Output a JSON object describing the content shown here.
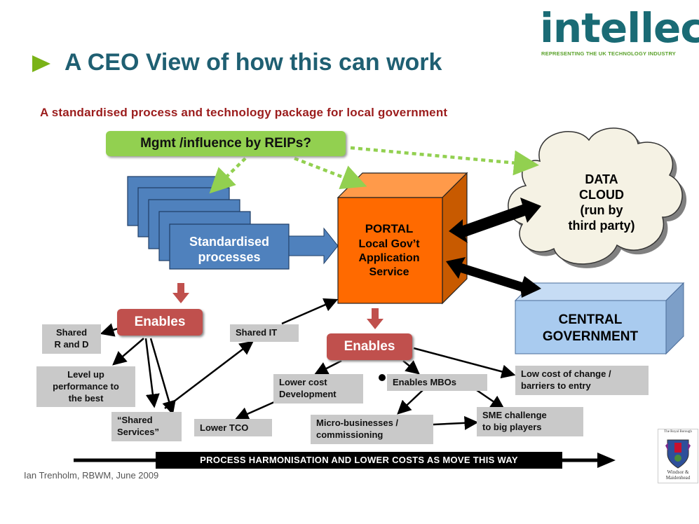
{
  "header": {
    "title": "A CEO View of how this can work",
    "subtitle": "A standardised process and technology package for local government"
  },
  "logo": {
    "word": "intellect",
    "tagline": "REPRESENTING THE UK TECHNOLOGY INDUSTRY"
  },
  "diagram": {
    "mgmt": "Mgmt /influence by REIPs?",
    "standardised": [
      "Standardised",
      "processes"
    ],
    "portal": [
      "PORTAL",
      "Local Gov’t",
      "Application",
      "Service"
    ],
    "cloud": [
      "DATA",
      "CLOUD",
      "(run by",
      "third party)"
    ],
    "central": [
      "CENTRAL",
      "GOVERNMENT"
    ],
    "enables_left": "Enables",
    "enables_right": "Enables",
    "shared_rd": [
      "Shared",
      "R and D"
    ],
    "level_up": [
      "Level up",
      "performance to",
      "the best"
    ],
    "shared_services": [
      "“Shared",
      "Services”"
    ],
    "shared_it": "Shared IT",
    "lower_tco": "Lower TCO",
    "lower_cost_dev": [
      "Lower cost",
      "Development"
    ],
    "enables_mbos": "Enables MBOs",
    "low_cost_change": [
      "Low cost of change /",
      "barriers to entry"
    ],
    "micro_businesses": [
      "Micro-businesses /",
      "commissioning"
    ],
    "sme_challenge": [
      "SME challenge",
      "to big players"
    ],
    "footer_bar": "PROCESS HARMONISATION AND LOWER COSTS AS MOVE THIS WAY"
  },
  "footer": {
    "author": "Ian Trenholm, RBWM, June 2009",
    "crest_top": "The Royal Borough",
    "crest_bottom": [
      "Windsor &",
      "Maidenhead"
    ]
  },
  "colors": {
    "title": "#1f5f72",
    "bullet": "#7ab317",
    "subtitle": "#9b1c1c",
    "stack_blue": "#4f81bd",
    "portal_orange": "#ff7f27",
    "central_blue": "#a9cbef",
    "enables_red": "#c0504d",
    "mgmt_green": "#92d050",
    "grey_box": "#c9c9c9"
  }
}
